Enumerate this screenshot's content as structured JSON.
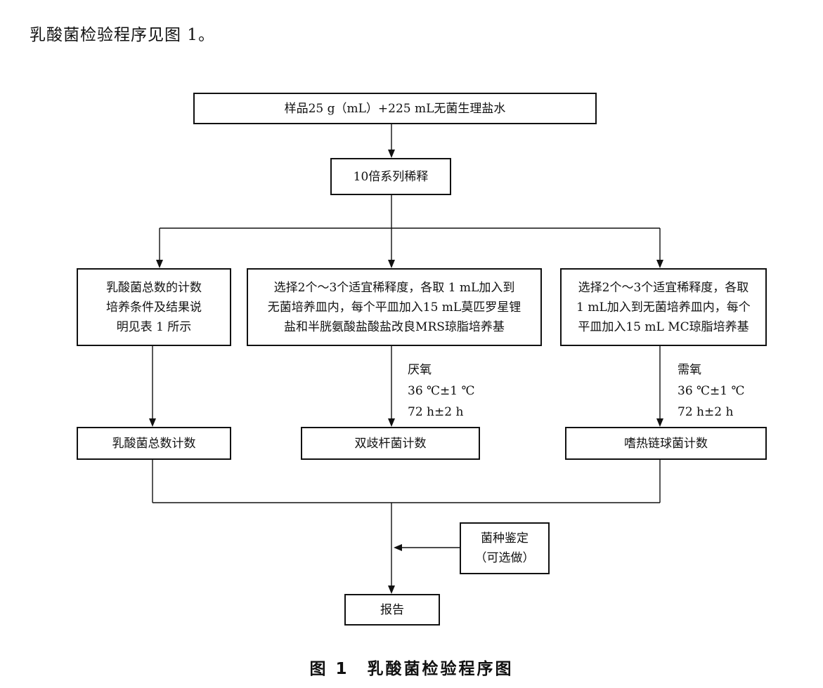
{
  "intro": "乳酸菌检验程序见图 1。",
  "boxes": {
    "sample": "样品25 g（mL）+225 mL无菌生理盐水",
    "dilution": "10倍系列稀释",
    "left": [
      "乳酸菌总数的计数",
      "培养条件及结果说",
      "明见表 1 所示"
    ],
    "middle": [
      "选择2个～3个适宜稀释度，各取 1 mL加入到",
      "无菌培养皿内，每个平皿加入15 mL莫匹罗星锂",
      "盐和半胱氨酸盐酸盐改良MRS琼脂培养基"
    ],
    "right": [
      "选择2个～3个适宜稀释度，各取",
      "1 mL加入到无菌培养皿内，每个",
      "平皿加入15 mL MC琼脂培养基"
    ],
    "count_total": "乳酸菌总数计数",
    "count_bifido": "双歧杆菌计数",
    "count_strepto": "嗜热链球菌计数",
    "identify": [
      "菌种鉴定",
      "（可选做）"
    ],
    "report": "报告"
  },
  "conditions": {
    "middle": [
      "厌氧",
      "36 ℃±1 ℃",
      "72 h±2 h"
    ],
    "right": [
      "需氧",
      "36 ℃±1 ℃",
      "72 h±2 h"
    ]
  },
  "caption": "图 1　乳酸菌检验程序图"
}
